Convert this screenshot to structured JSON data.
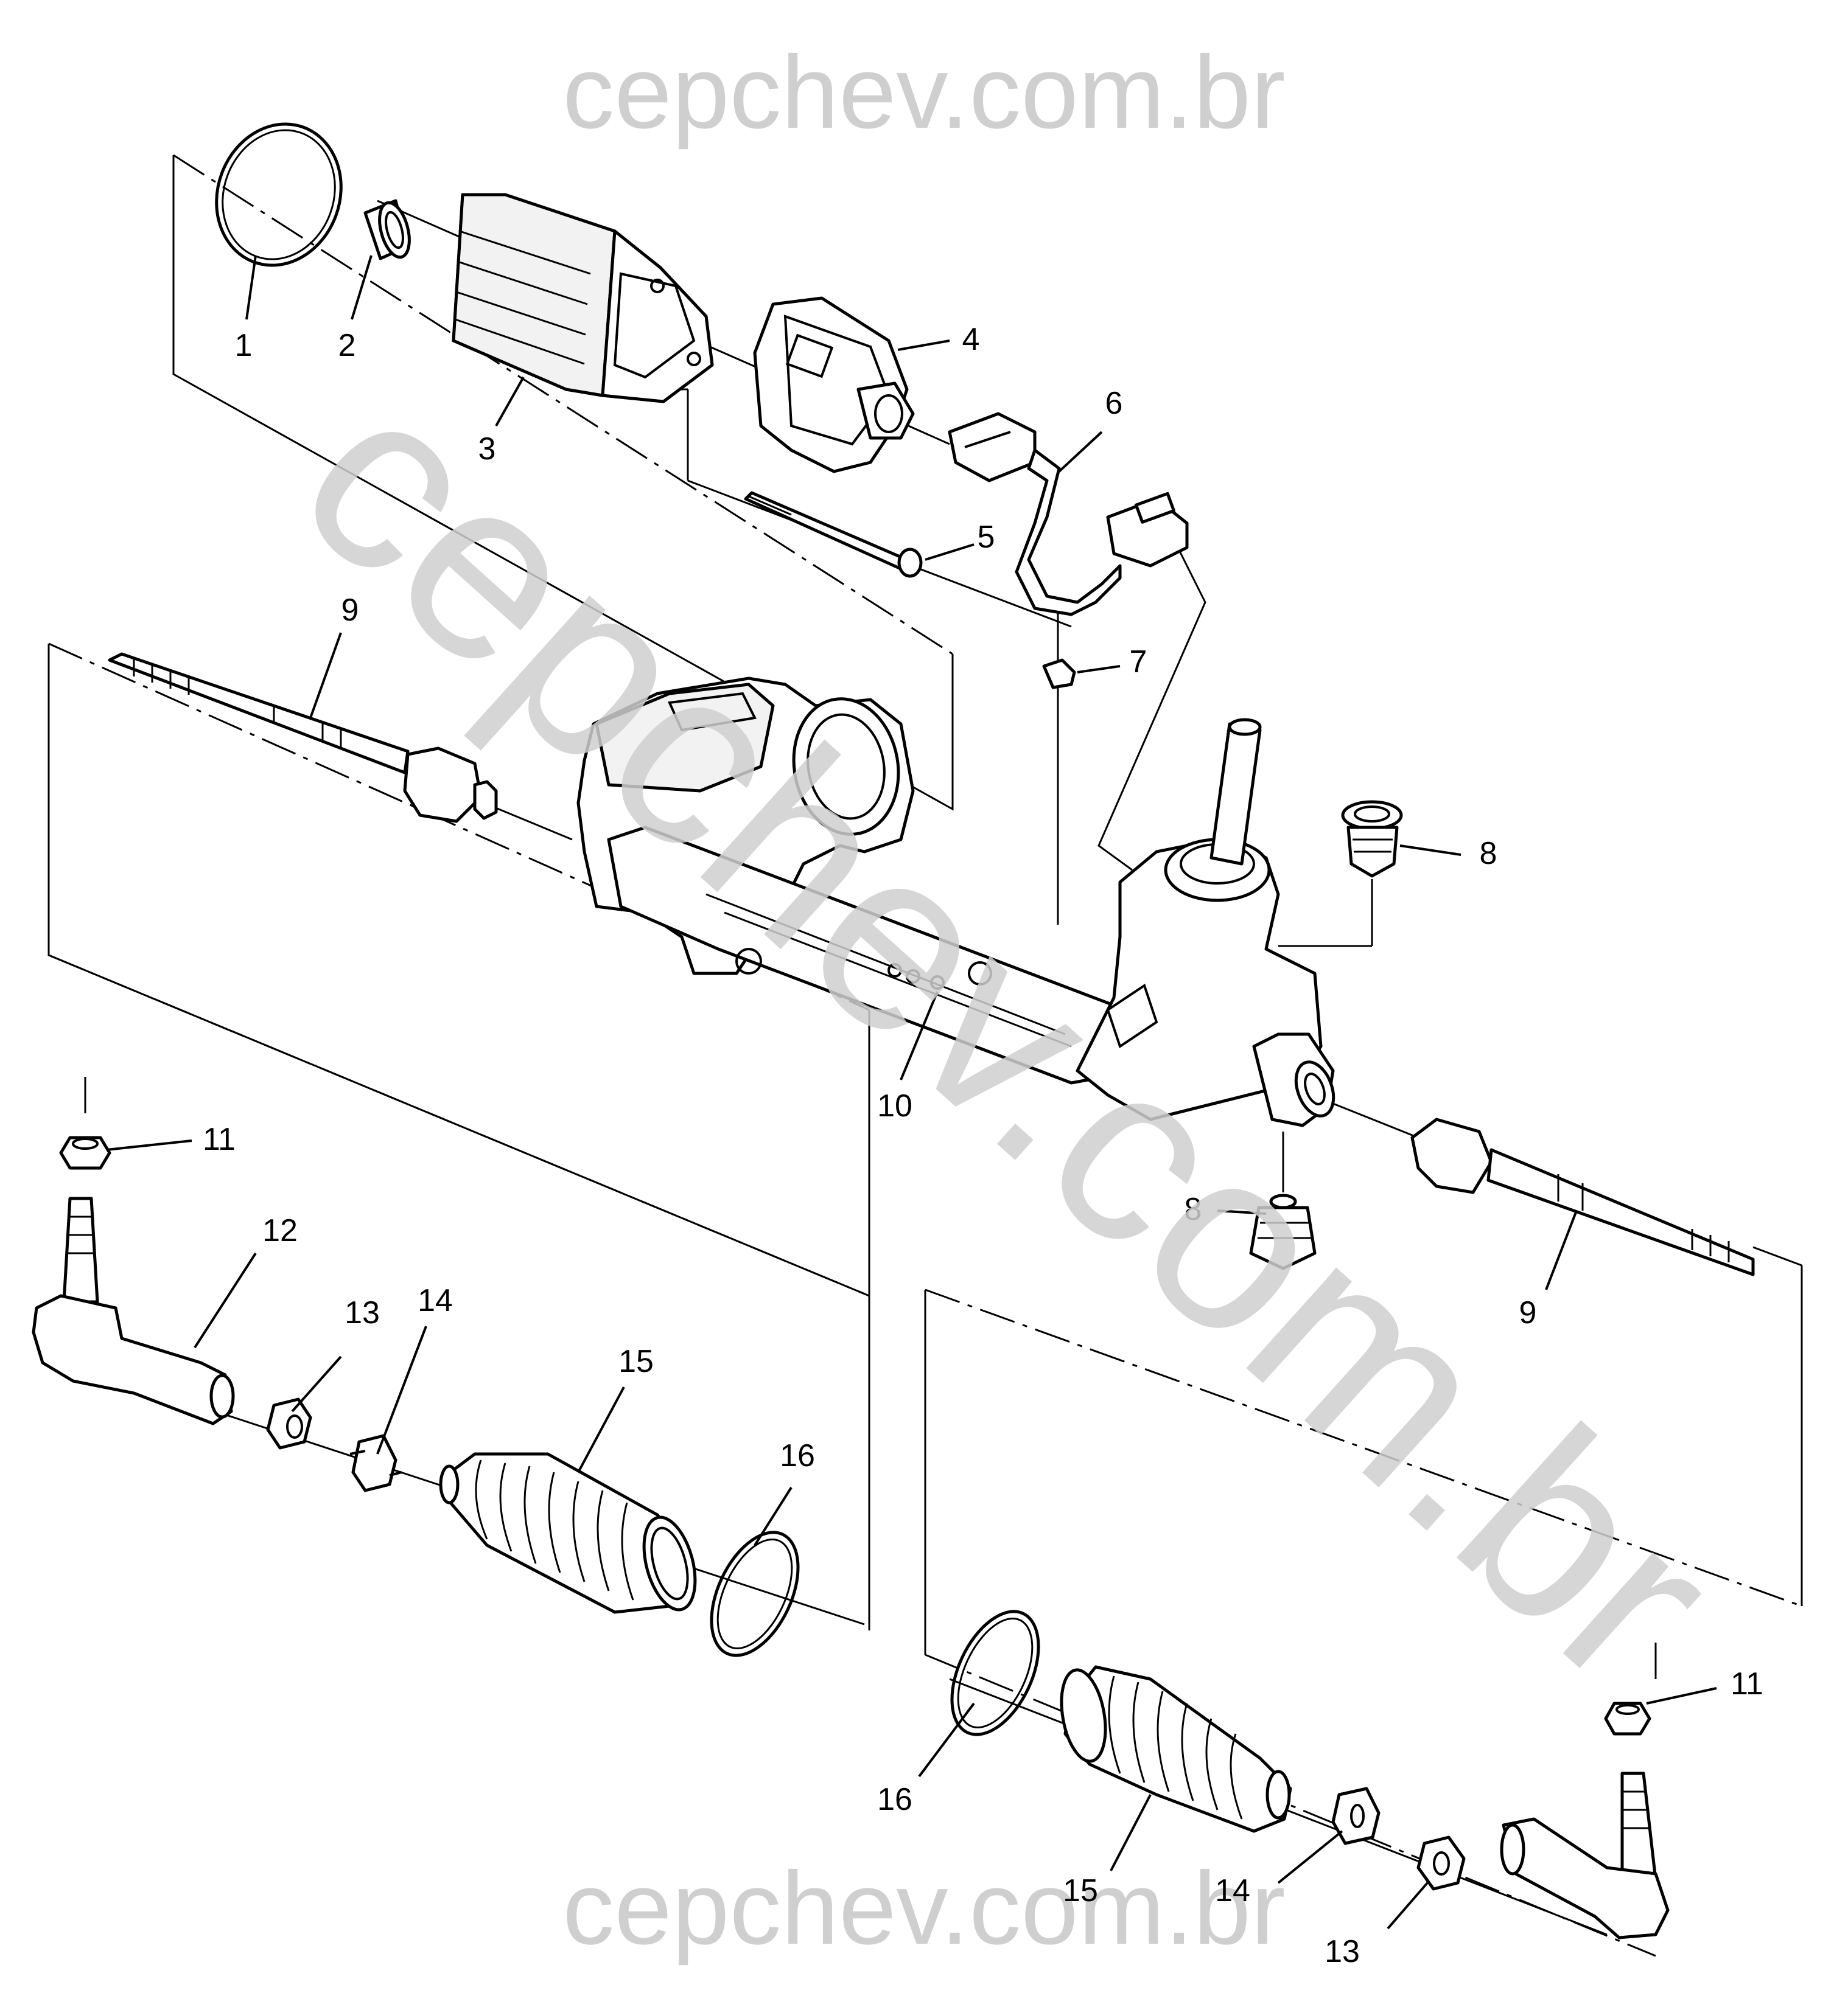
{
  "watermarks": {
    "top": "cepchev.com.br",
    "bottom": "cepchev.com.br",
    "diagonal": "cepchev.com.br"
  },
  "callouts": [
    "1",
    "2",
    "3",
    "4",
    "5",
    "6",
    "7",
    "8",
    "8",
    "9",
    "9",
    "10",
    "11",
    "11",
    "12",
    "13",
    "13",
    "14",
    "14",
    "15",
    "15",
    "16",
    "16"
  ]
}
